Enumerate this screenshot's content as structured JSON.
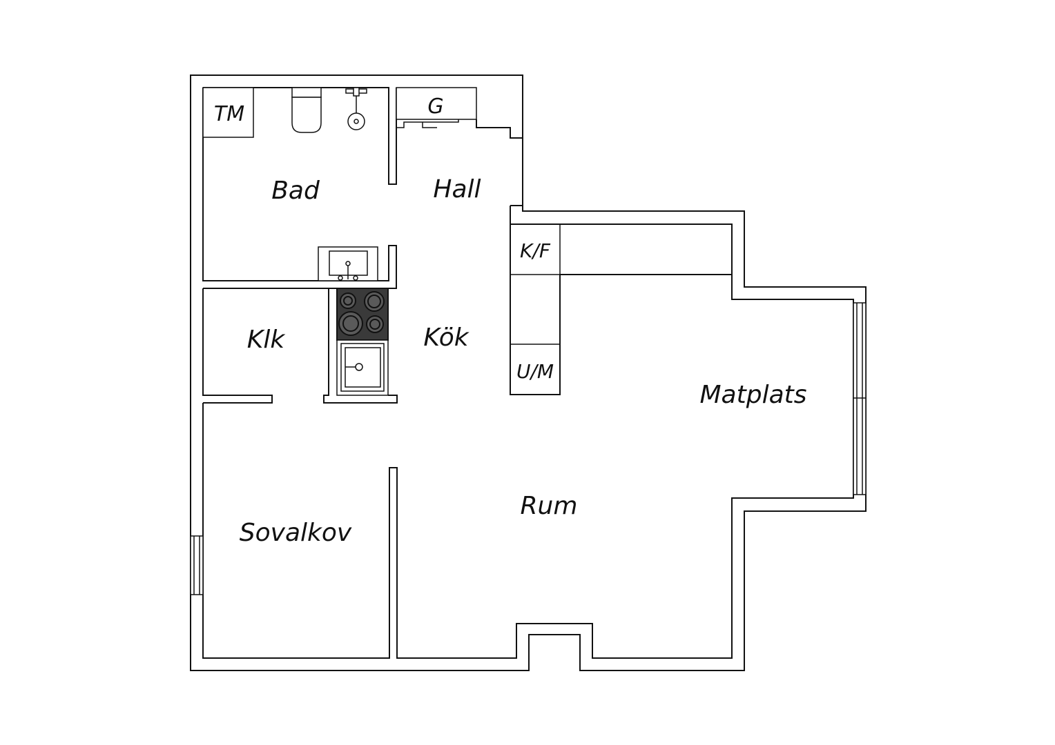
{
  "rooms": {
    "bad": "Bad",
    "hall": "Hall",
    "klk": "Klk",
    "kok": "Kök",
    "matplats": "Matplats",
    "rum": "Rum",
    "sovalkov": "Sovalkov"
  },
  "fixtures": {
    "tm": "TM",
    "g": "G",
    "kf": "K/F",
    "um": "U/M"
  },
  "icons": {
    "toilet": "toilet-icon",
    "shower": "shower-icon",
    "basin": "washbasin-icon",
    "stove": "stove-icon",
    "sink": "kitchen-sink-icon",
    "window": "window-icon"
  },
  "colors": {
    "wall": "#111111",
    "stove": "#3a3a3a"
  }
}
